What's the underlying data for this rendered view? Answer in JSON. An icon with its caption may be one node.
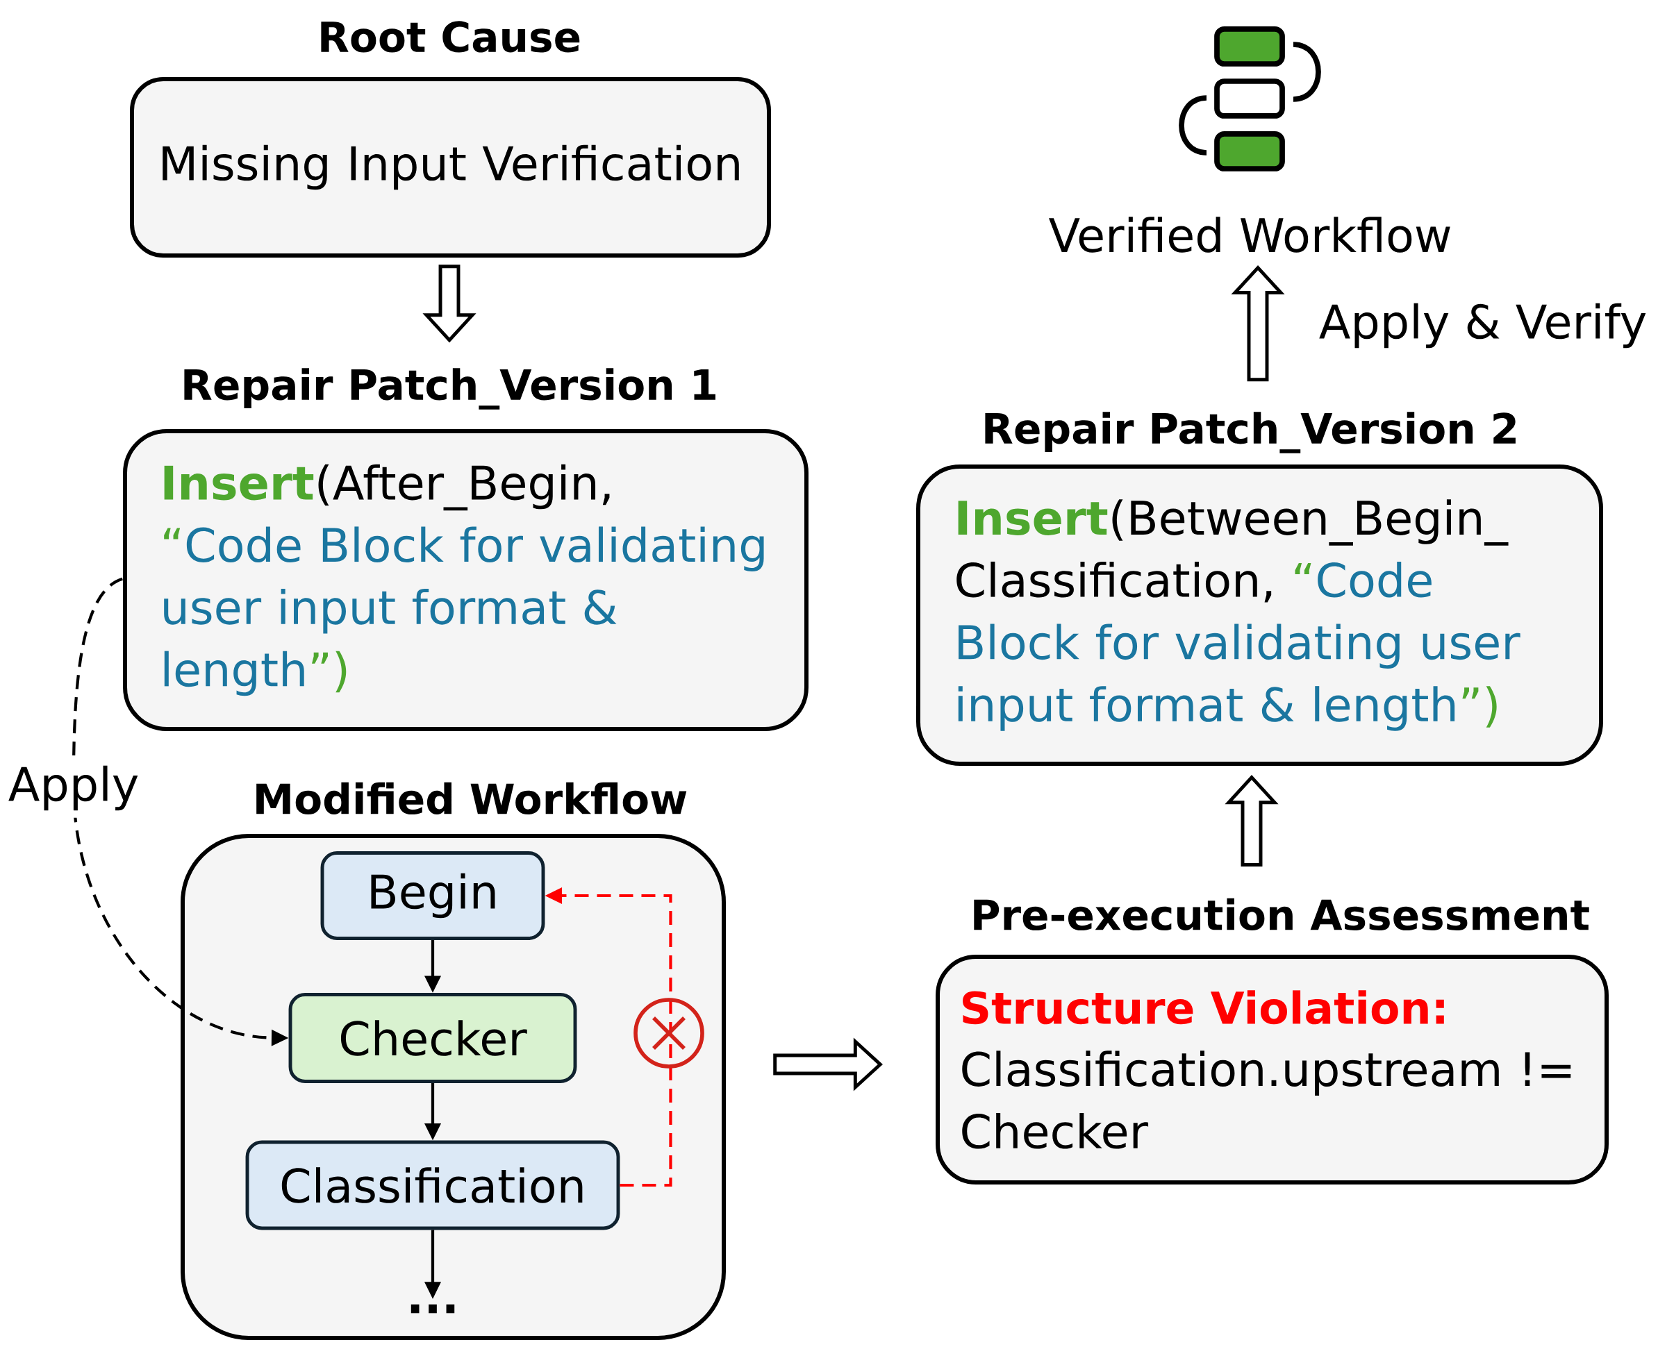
{
  "diagram": {
    "nodes": [
      {
        "text": [
          "Root Cause",
          "Missing Input Verification"
        ]
      },
      {
        "text": [
          "Repair Patch_Version 1",
          "**Insert**(After_Begin, “Code Block for validating user input format & length”)"
        ]
      },
      {
        "text": [
          "Modified Workflow"
        ]
      },
      {
        "text": [
          "Begin"
        ],
        "in": 2
      },
      {
        "text": [
          "Checker"
        ],
        "in": 2
      },
      {
        "text": [
          "Classification"
        ],
        "in": 2
      },
      {
        "text": [
          "..."
        ],
        "in": 2
      },
      {
        "text": [
          "Pre-execution Assessment",
          "Structure Violation:",
          "Classification.upstream != Checker"
        ]
      },
      {
        "text": [
          "Repair Patch_Version 2",
          "**Insert**(Between_Begin_Classification, “Code Block for validating user input format & length”)"
        ]
      },
      {
        "text": [
          "Verified Workflow"
        ]
      }
    ],
    "edges": [
      {
        "from": 0,
        "to": 1,
        "arrow": "to",
        "style": "thick"
      },
      {
        "from": 1,
        "to": 4,
        "arrow": "to",
        "style": "dashed",
        "label": "Apply"
      },
      {
        "from": 3,
        "to": 4,
        "arrow": "to"
      },
      {
        "from": 4,
        "to": 5,
        "arrow": "to"
      },
      {
        "from": 5,
        "to": 6,
        "arrow": "to"
      },
      {
        "from": 5,
        "to": 3,
        "arrow": "to",
        "style": "dashed",
        "color": "#ff0000"
      },
      {
        "from": 2,
        "to": 7,
        "arrow": "to",
        "style": "thick"
      },
      {
        "from": 7,
        "to": 8,
        "arrow": "to",
        "style": "thick"
      },
      {
        "from": 8,
        "to": 9,
        "arrow": "to",
        "style": "thick",
        "label": "Apply & Verify"
      }
    ]
  }
}
